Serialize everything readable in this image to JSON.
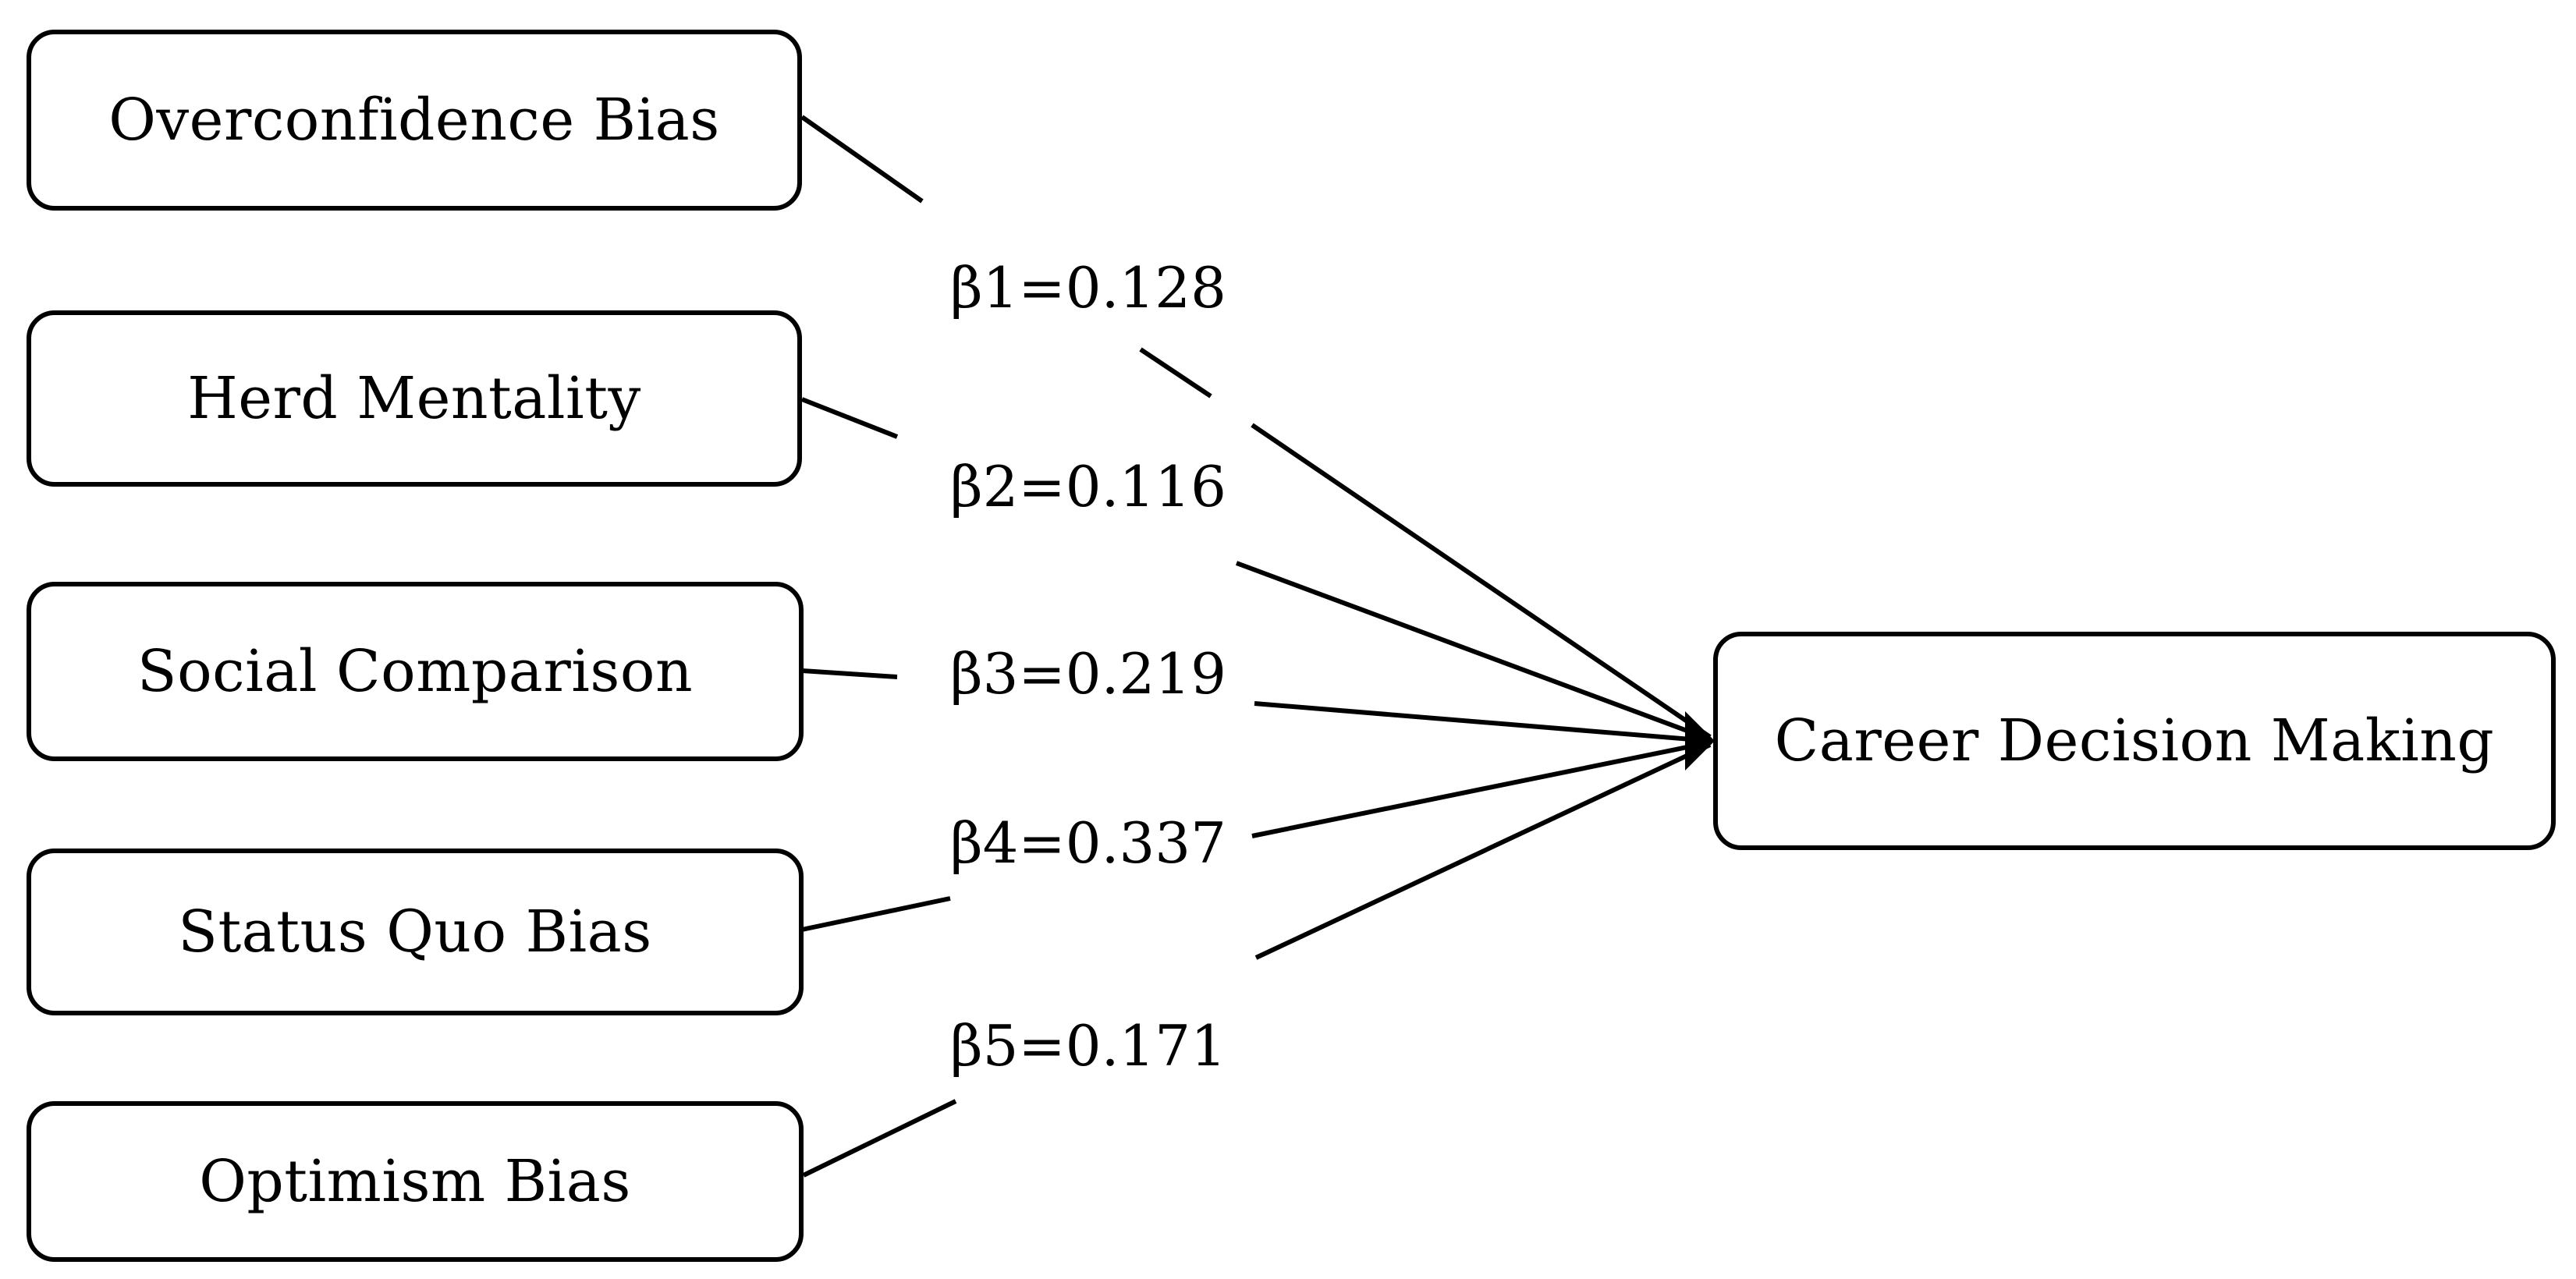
{
  "predictors": [
    {
      "label": "Overconfidence Bias",
      "beta": "β1=0.128"
    },
    {
      "label": "Herd Mentality",
      "beta": "β2=0.116"
    },
    {
      "label": "Social Comparison",
      "beta": "β3=0.219"
    },
    {
      "label": "Status Quo Bias",
      "beta": "β4=0.337"
    },
    {
      "label": "Optimism Bias",
      "beta": "β5=0.171"
    }
  ],
  "outcome": {
    "label": "Career Decision Making"
  },
  "colors": {
    "line": "#000000",
    "box_border": "#000000",
    "background": "#ffffff"
  }
}
